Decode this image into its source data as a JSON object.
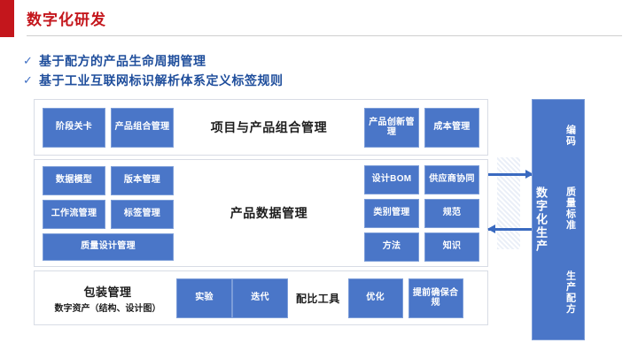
{
  "header": {
    "title": "数字化研发",
    "accent_color": "#c4161c"
  },
  "bullets": {
    "check_glyph": "✓",
    "items": [
      "基于配方的产品生命周期管理",
      "基于工业互联网标识解析体系定义标签规则"
    ]
  },
  "diagram": {
    "box_color": "#4a76c8",
    "arrow_color": "#3a6ac0",
    "rows": [
      {
        "heading": "项目与产品组合管理",
        "left_boxes": [
          "阶段关卡",
          "产品组合管理"
        ],
        "right_boxes": [
          "产品创新管理",
          "成本管理"
        ]
      },
      {
        "heading": "产品数据管理",
        "left_boxes": [
          "数据模型",
          "版本管理",
          "工作流管理",
          "标签管理"
        ],
        "left_wide_box": "质量设计管理",
        "right_boxes": [
          "设计BOM",
          "供应商协同",
          "类别管理",
          "规范",
          "方法",
          "知识"
        ]
      },
      {
        "label_line1": "包装管理",
        "label_line2": "数字资产（结构、设计图）",
        "pair_boxes": [
          "实验",
          "迭代"
        ],
        "tool_label": "配比工具",
        "right_boxes": [
          "优化",
          "提前确保合规"
        ]
      }
    ]
  },
  "right_panel": {
    "main_label": "数字化生产",
    "items": [
      "编码",
      "质量标准",
      "生产配方"
    ]
  }
}
